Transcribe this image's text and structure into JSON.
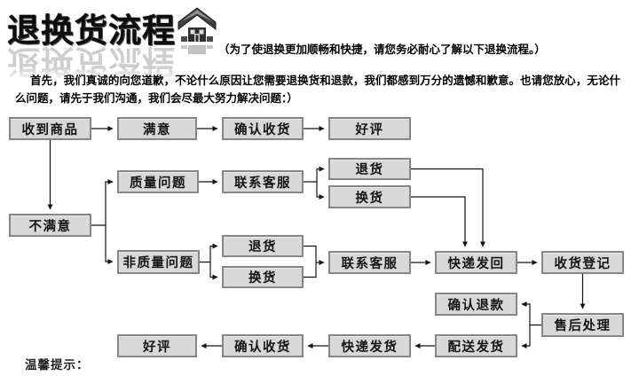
{
  "header": {
    "title": "退换货流程",
    "subtitle": "（为了使退换更加顺畅和快捷，请您务必耐心了解以下退换流程。）",
    "icon": "home-up-arrow-icon"
  },
  "intro": {
    "text": "首先，我们真诚的向您道歉，不论什么原因让您需要退换货和退款，我们都感到万分的遗憾和歉意。也请您放心，无论什么问题，请先于我们沟通，我们会尽最大努力解决问题：）"
  },
  "flowchart": {
    "nodes": {
      "received": "收到商品",
      "satisfied": "满意",
      "confirm_receipt_top": "确认收货",
      "good_review_top": "好评",
      "unsatisfied": "不满意",
      "quality_issue": "质量问题",
      "contact_service_1": "联系客服",
      "return_top": "退货",
      "exchange_top": "换货",
      "non_quality_issue": "非质量问题",
      "return_bottom": "退货",
      "exchange_bottom": "换货",
      "contact_service_2": "联系客服",
      "express_return": "快递发回",
      "receipt_register": "收货登记",
      "confirm_refund": "确认退款",
      "after_sales": "售后处理",
      "delivery_ship": "配送发货",
      "express_ship": "快递发货",
      "confirm_receipt_bottom": "确认收货",
      "good_review_bottom": "好评"
    },
    "colors": {
      "box_fill": "#d8d8d8",
      "box_border": "#868686",
      "line": "#141414"
    }
  },
  "footer": {
    "tip_label": "温馨提示："
  }
}
